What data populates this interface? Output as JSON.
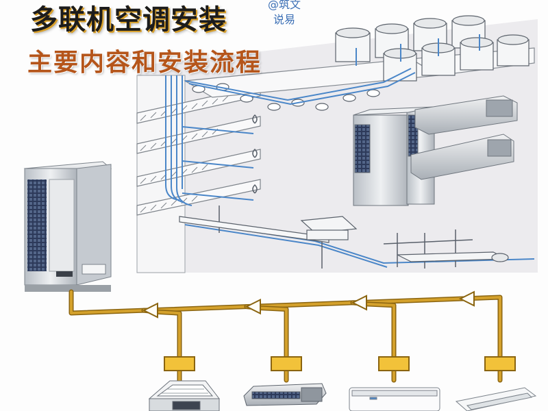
{
  "title": "多联机空调安装",
  "subtitle": "主要内容和安装流程",
  "watermark": {
    "line1": "@筑文",
    "line2": "说易"
  },
  "colors": {
    "pipe": "#d4a12c",
    "pipe_outline": "#8a6410",
    "coupler": "#f2c23a",
    "diagram_bg": "#ecebee",
    "refrigerant_blue": "#4a86c8",
    "unit_grey": "#c9ced3"
  },
  "indoor_units": [
    {
      "type": "ceiling-cassette-unit"
    },
    {
      "type": "ducted-unit"
    },
    {
      "type": "wall-mounted-unit"
    },
    {
      "type": "ceiling-suspended-unit"
    }
  ],
  "branch_count": 4
}
